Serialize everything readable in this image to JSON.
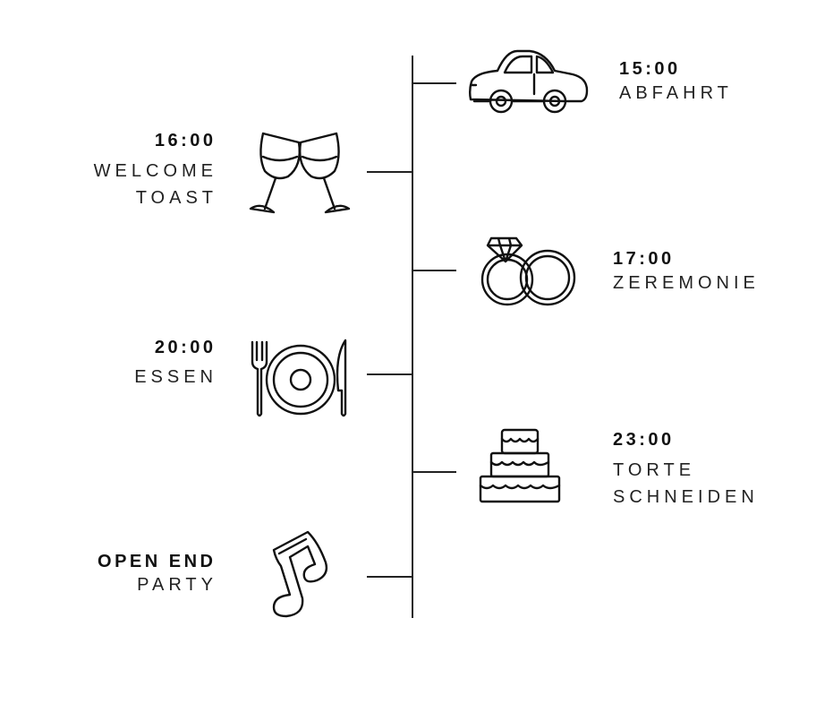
{
  "events": [
    {
      "time": "15:00",
      "label_lines": [
        "ABFAHRT"
      ],
      "icon": "car-icon",
      "side": "right"
    },
    {
      "time": "16:00",
      "label_lines": [
        "WELCOME",
        "TOAST"
      ],
      "icon": "champagne-glasses-icon",
      "side": "left"
    },
    {
      "time": "17:00",
      "label_lines": [
        "ZEREMONIE"
      ],
      "icon": "wedding-rings-icon",
      "side": "right"
    },
    {
      "time": "20:00",
      "label_lines": [
        "ESSEN"
      ],
      "icon": "plate-cutlery-icon",
      "side": "left"
    },
    {
      "time": "23:00",
      "label_lines": [
        "TORTE",
        "SCHNEIDEN"
      ],
      "icon": "wedding-cake-icon",
      "side": "right"
    },
    {
      "time": "OPEN END",
      "label_lines": [
        "PARTY"
      ],
      "icon": "music-note-icon",
      "side": "left"
    }
  ]
}
